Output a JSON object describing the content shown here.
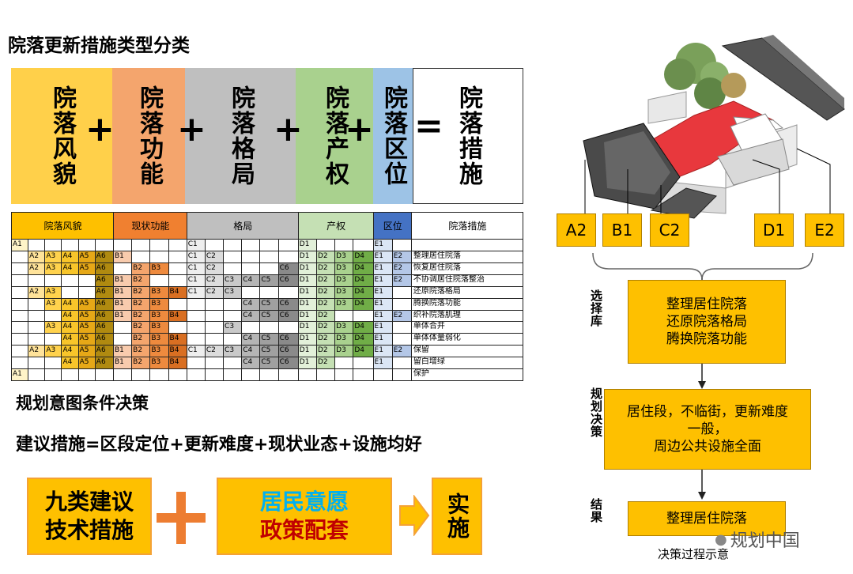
{
  "title": "院落更新措施类型分类",
  "equation": {
    "terms": [
      {
        "label": "院落风貌",
        "color": "#ffd04a"
      },
      {
        "label": "院落功能",
        "color": "#f4a56d"
      },
      {
        "label": "院落格局",
        "color": "#bfbfbf"
      },
      {
        "label": "院落产权",
        "color": "#a9d18e"
      },
      {
        "label": "院落区位",
        "color": "#9dc3e6"
      }
    ],
    "result": "院落措施",
    "plus": "+",
    "equals": "="
  },
  "matrix": {
    "headers": [
      "院落风貌",
      "现状功能",
      "格局",
      "产权",
      "区位",
      "院落措施"
    ],
    "rows": [
      {
        "cells": [
          "A1",
          "",
          "",
          "",
          "",
          "",
          "",
          "",
          "",
          "",
          "C1",
          "",
          "",
          "",
          "",
          "",
          "D1",
          "",
          "",
          "",
          "E1",
          ""
        ],
        "measure": ""
      },
      {
        "cells": [
          "",
          "A2",
          "A3",
          "A4",
          "A5",
          "A6",
          "B1",
          "",
          "",
          "",
          "C1",
          "C2",
          "",
          "",
          "",
          "",
          "D1",
          "D2",
          "D3",
          "D4",
          "E1",
          "E2"
        ],
        "measure": "整理居住院落"
      },
      {
        "cells": [
          "",
          "A2",
          "A3",
          "A4",
          "A5",
          "A6",
          "",
          "B2",
          "B3",
          "",
          "C1",
          "C2",
          "",
          "",
          "",
          "C6",
          "D1",
          "D2",
          "D3",
          "D4",
          "E1",
          "E2"
        ],
        "measure": "恢复居住院落"
      },
      {
        "cells": [
          "",
          "",
          "",
          "",
          "",
          "A6",
          "B1",
          "B2",
          "",
          "",
          "C1",
          "C2",
          "C3",
          "C4",
          "C5",
          "C6",
          "D1",
          "D2",
          "D3",
          "D4",
          "E1",
          "E2"
        ],
        "measure": "不协调居住院落整治"
      },
      {
        "cells": [
          "",
          "A2",
          "A3",
          "",
          "",
          "A6",
          "B1",
          "B2",
          "B3",
          "B4",
          "C1",
          "C2",
          "C3",
          "",
          "",
          "",
          "D1",
          "D2",
          "D3",
          "D4",
          "E1",
          ""
        ],
        "measure": "还原院落格局"
      },
      {
        "cells": [
          "",
          "",
          "A3",
          "A4",
          "A5",
          "A6",
          "B1",
          "B2",
          "B3",
          "",
          "",
          "",
          "",
          "C4",
          "C5",
          "C6",
          "D1",
          "D2",
          "D3",
          "D4",
          "E1",
          ""
        ],
        "measure": "腾换院落功能"
      },
      {
        "cells": [
          "",
          "",
          "",
          "A4",
          "A5",
          "A6",
          "B1",
          "B2",
          "B3",
          "B4",
          "",
          "",
          "",
          "C4",
          "C5",
          "C6",
          "D1",
          "D2",
          "",
          "",
          "E1",
          "E2"
        ],
        "measure": "织补院落肌理"
      },
      {
        "cells": [
          "",
          "",
          "A3",
          "A4",
          "A5",
          "A6",
          "",
          "B2",
          "B3",
          "",
          "",
          "",
          "C3",
          "",
          "",
          "",
          "D1",
          "D2",
          "D3",
          "D4",
          "E1",
          ""
        ],
        "measure": "单体合并"
      },
      {
        "cells": [
          "",
          "",
          "",
          "A4",
          "A5",
          "A6",
          "",
          "B2",
          "B3",
          "B4",
          "",
          "",
          "",
          "C4",
          "C5",
          "C6",
          "D1",
          "D2",
          "D3",
          "D4",
          "E1",
          ""
        ],
        "measure": "单体体量弱化"
      },
      {
        "cells": [
          "",
          "A2",
          "A3",
          "A4",
          "A5",
          "A6",
          "B1",
          "B2",
          "B3",
          "B4",
          "C1",
          "C2",
          "C3",
          "C4",
          "C5",
          "C6",
          "D1",
          "D2",
          "D3",
          "D4",
          "E1",
          "E2"
        ],
        "measure": "保留"
      },
      {
        "cells": [
          "",
          "",
          "",
          "A4",
          "A5",
          "A6",
          "B1",
          "B2",
          "B3",
          "B4",
          "",
          "",
          "",
          "C4",
          "C5",
          "C6",
          "D1",
          "D2",
          "",
          "",
          "E1",
          ""
        ],
        "measure": "留白增绿"
      },
      {
        "cells": [
          "A1",
          "",
          "",
          "",
          "",
          "",
          "",
          "",
          "",
          "",
          "",
          "",
          "",
          "",
          "",
          "",
          "",
          "",
          "",
          "",
          "",
          ""
        ],
        "measure": "保护"
      }
    ]
  },
  "section2_title": "规划意图条件决策",
  "formula": "建议措施=区段定位+更新难度+现状业态+设施均好",
  "bottom": {
    "box1": [
      "九类建议",
      "技术措施"
    ],
    "box2_line1": "居民意愿",
    "box2_line2": "政策配套",
    "box3": "实施",
    "colors": {
      "box2_line1": "#00b0f0",
      "box2_line2": "#c00000",
      "plus": "#ed7d31"
    }
  },
  "flow": {
    "labels": [
      "A2",
      "B1",
      "C2",
      "D1",
      "E2"
    ],
    "side_labels": [
      "选择库",
      "规划决策",
      "结果"
    ],
    "box1": [
      "整理居住院落",
      "还原院落格局",
      "腾换院落功能"
    ],
    "box2": [
      "居住段，不临街，更新难度",
      "一般，",
      "周边公共设施全面"
    ],
    "box3": "整理居住院落",
    "caption": "决策过程示意"
  },
  "watermark": "规划中国"
}
